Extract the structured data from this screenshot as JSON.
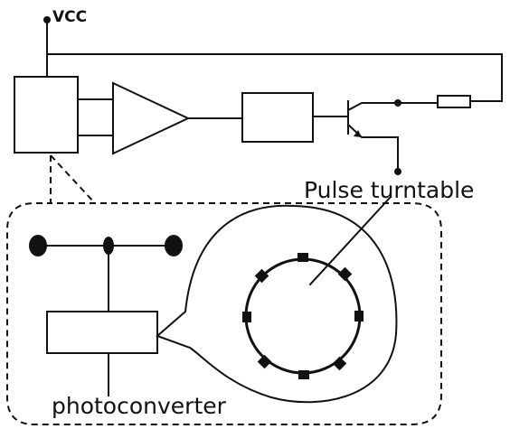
{
  "labels": {
    "vcc": "VCC",
    "pulse_turntable": "Pulse turntable",
    "photoconverter": "photoconverter"
  },
  "colors": {
    "stroke": "#111111",
    "background": "#ffffff"
  }
}
